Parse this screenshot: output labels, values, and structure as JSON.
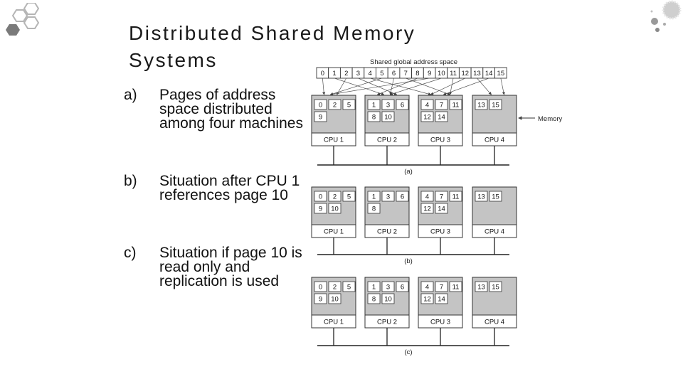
{
  "slide": {
    "title_line1": "Distributed Shared Memory",
    "title_line2": "Systems",
    "bullets": [
      {
        "label": "a)",
        "text": "Pages of address space distributed among four machines"
      },
      {
        "label": "b)",
        "text": "Situation after CPU 1 references page 10"
      },
      {
        "label": "c)",
        "text": "Situation if page 10 is read only and replication is used"
      }
    ]
  },
  "diagram": {
    "address_space_label": "Shared global address space",
    "pages": [
      "0",
      "1",
      "2",
      "3",
      "4",
      "5",
      "6",
      "7",
      "8",
      "9",
      "10",
      "11",
      "12",
      "13",
      "14",
      "15"
    ],
    "memory_label": "Memory",
    "scenarios": [
      {
        "caption": "(a)",
        "cpus": [
          {
            "label": "CPU 1",
            "rows": [
              [
                "0",
                "2",
                "5"
              ],
              [
                "9"
              ]
            ]
          },
          {
            "label": "CPU 2",
            "rows": [
              [
                "1",
                "3",
                "6"
              ],
              [
                "8",
                "10"
              ]
            ]
          },
          {
            "label": "CPU 3",
            "rows": [
              [
                "4",
                "7",
                "11"
              ],
              [
                "12",
                "14"
              ]
            ]
          },
          {
            "label": "CPU 4",
            "rows": [
              [
                "13",
                "15"
              ]
            ]
          }
        ]
      },
      {
        "caption": "(b)",
        "cpus": [
          {
            "label": "CPU 1",
            "rows": [
              [
                "0",
                "2",
                "5"
              ],
              [
                "9",
                "10"
              ]
            ]
          },
          {
            "label": "CPU 2",
            "rows": [
              [
                "1",
                "3",
                "6"
              ],
              [
                "8"
              ]
            ]
          },
          {
            "label": "CPU 3",
            "rows": [
              [
                "4",
                "7",
                "11"
              ],
              [
                "12",
                "14"
              ]
            ]
          },
          {
            "label": "CPU 4",
            "rows": [
              [
                "13",
                "15"
              ]
            ]
          }
        ]
      },
      {
        "caption": "(c)",
        "cpus": [
          {
            "label": "CPU 1",
            "rows": [
              [
                "0",
                "2",
                "5"
              ],
              [
                "9",
                "10"
              ]
            ]
          },
          {
            "label": "CPU 2",
            "rows": [
              [
                "1",
                "3",
                "6"
              ],
              [
                "8",
                "10"
              ]
            ]
          },
          {
            "label": "CPU 3",
            "rows": [
              [
                "4",
                "7",
                "11"
              ],
              [
                "12",
                "14"
              ]
            ]
          },
          {
            "label": "CPU 4",
            "rows": [
              [
                "13",
                "15"
              ]
            ]
          }
        ]
      }
    ]
  },
  "icons": {
    "logo_left": "hexagon-logo-icon",
    "logo_right": "dotted-globe-icon"
  }
}
